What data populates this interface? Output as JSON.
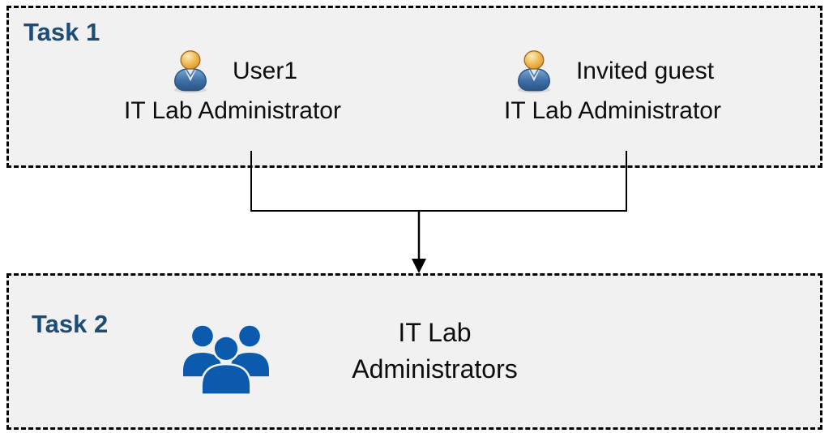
{
  "diagram": {
    "type": "task-flow",
    "task1": {
      "label": "Task 1",
      "users": [
        {
          "name": "User1",
          "role": "IT Lab Administrator"
        },
        {
          "name": "Invited guest",
          "role": "IT Lab Administrator"
        }
      ]
    },
    "task2": {
      "label": "Task 2",
      "group": {
        "line1": "IT Lab",
        "line2": "Administrators"
      }
    },
    "colors": {
      "task_label_blue": "#1c4c77",
      "group_icon_blue": "#0b5aad",
      "box_background": "#f1f1f1",
      "box_border": "#000000",
      "connector_line": "#000000",
      "person_head_gold": "#e8a33d",
      "person_body_blue": "#3d6fa6"
    }
  }
}
